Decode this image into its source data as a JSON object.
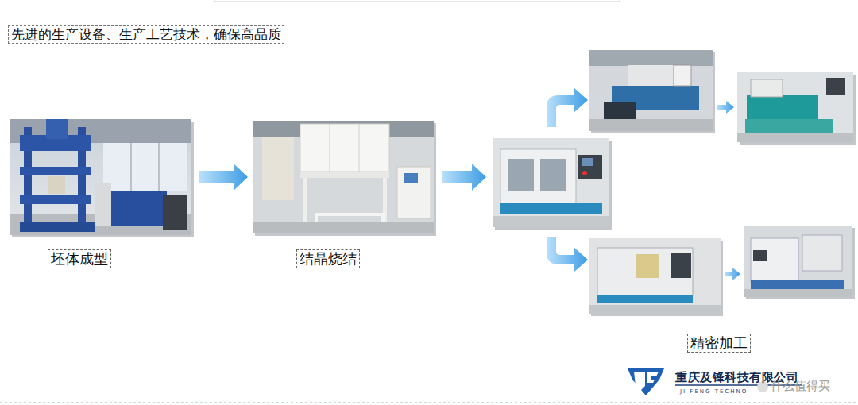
{
  "diagram": {
    "title": "先进的生产设备、生产工艺技术，确保高品质",
    "nodes": [
      {
        "text": [
          "坯体成型"
        ]
      },
      {
        "text": [
          "结晶烧结"
        ]
      },
      {
        "text": [
          "精密加工"
        ]
      }
    ],
    "edges": [
      {
        "from": 0,
        "to": 1,
        "arrow": "to"
      },
      {
        "from": 1,
        "to": 2,
        "arrow": "to"
      }
    ],
    "labels": [
      "重庆及锋科技有限公司",
      "JI FENG TECHNO",
      "什么值得买"
    ]
  }
}
